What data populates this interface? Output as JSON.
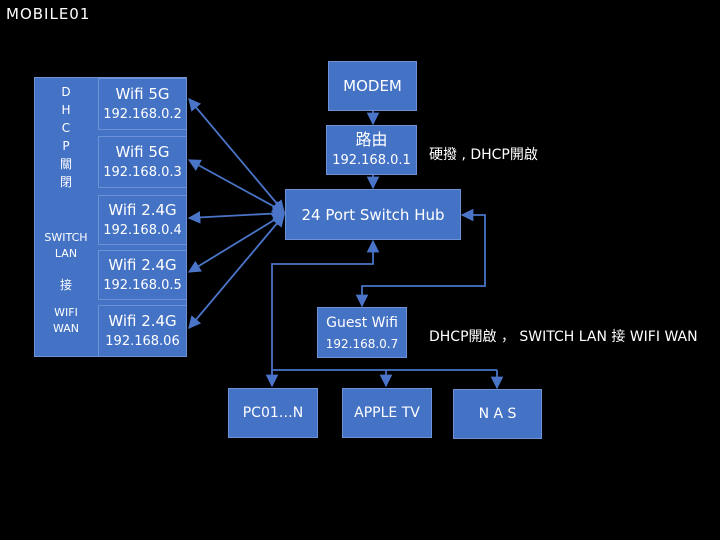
{
  "logo": {
    "text": "MOBILE01"
  },
  "left_panel": {
    "dhcp_chars": [
      "D",
      "H",
      "C",
      "P",
      "關",
      "閉"
    ],
    "switch_lan": [
      "SWITCH",
      "LAN"
    ],
    "connector": "接",
    "wifi_wan": [
      "WIFI",
      "WAN"
    ]
  },
  "aps": [
    {
      "name": "Wifi 5G",
      "ip": "192.168.0.2"
    },
    {
      "name": "Wifi 5G",
      "ip": "192.168.0.3"
    },
    {
      "name": "Wifi 2.4G",
      "ip": "192.168.0.4"
    },
    {
      "name": "Wifi 2.4G",
      "ip": "192.168.0.5"
    },
    {
      "name": "Wifi 2.4G",
      "ip": "192.168.06"
    }
  ],
  "modem": {
    "label": "MODEM"
  },
  "router": {
    "label": "路由",
    "ip": "192.168.0.1",
    "note": "硬撥 , DHCP開啟"
  },
  "switch": {
    "label": "24 Port Switch Hub"
  },
  "guest": {
    "label": "Guest Wifi",
    "ip": "192.168.0.7",
    "note": "DHCP開啟 ， SWITCH LAN 接 WIFI WAN"
  },
  "devices": [
    {
      "label": "PC01…N"
    },
    {
      "label": "APPLE TV"
    },
    {
      "label": "N A S"
    }
  ],
  "colors": {
    "box": "#4472c4",
    "line": "#4a74c7",
    "background": "#000000"
  }
}
